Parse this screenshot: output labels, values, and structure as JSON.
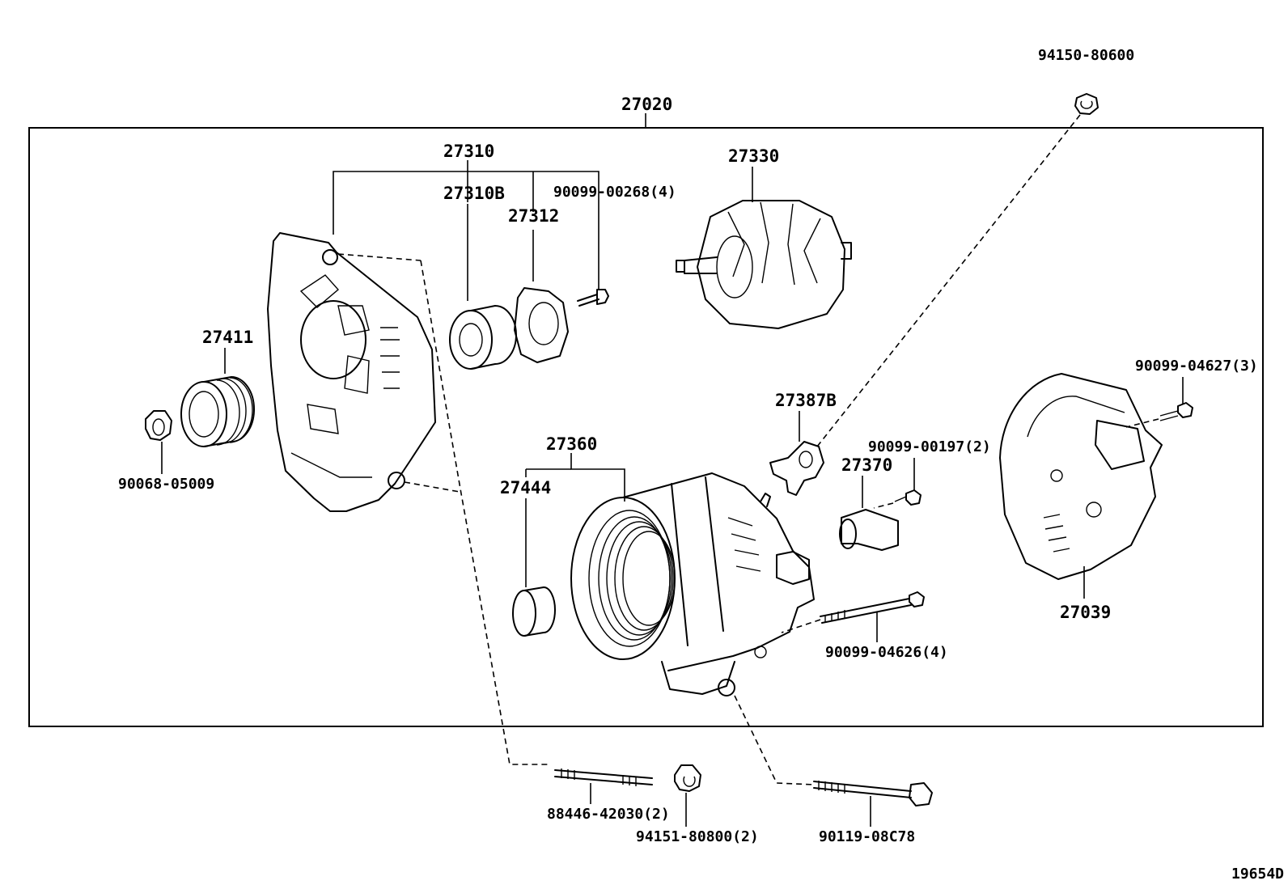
{
  "diagram": {
    "assembly_label": "27020",
    "drawing_number": "19654D",
    "labels": {
      "p94150_80600": "94150-80600",
      "p27310": "27310",
      "p27310B": "27310B",
      "p90099_00268": "90099-00268(4)",
      "p27312": "27312",
      "p27330": "27330",
      "p27411": "27411",
      "p90068_05009": "90068-05009",
      "p27387B": "27387B",
      "p90099_04627": "90099-04627(3)",
      "p90099_00197": "90099-00197(2)",
      "p27370": "27370",
      "p27360": "27360",
      "p27444": "27444",
      "p27039": "27039",
      "p90099_04626": "90099-04626(4)",
      "p88446_42030": "88446-42030(2)",
      "p94151_80800": "94151-80800(2)",
      "p90119_08C78": "90119-08C78"
    }
  }
}
